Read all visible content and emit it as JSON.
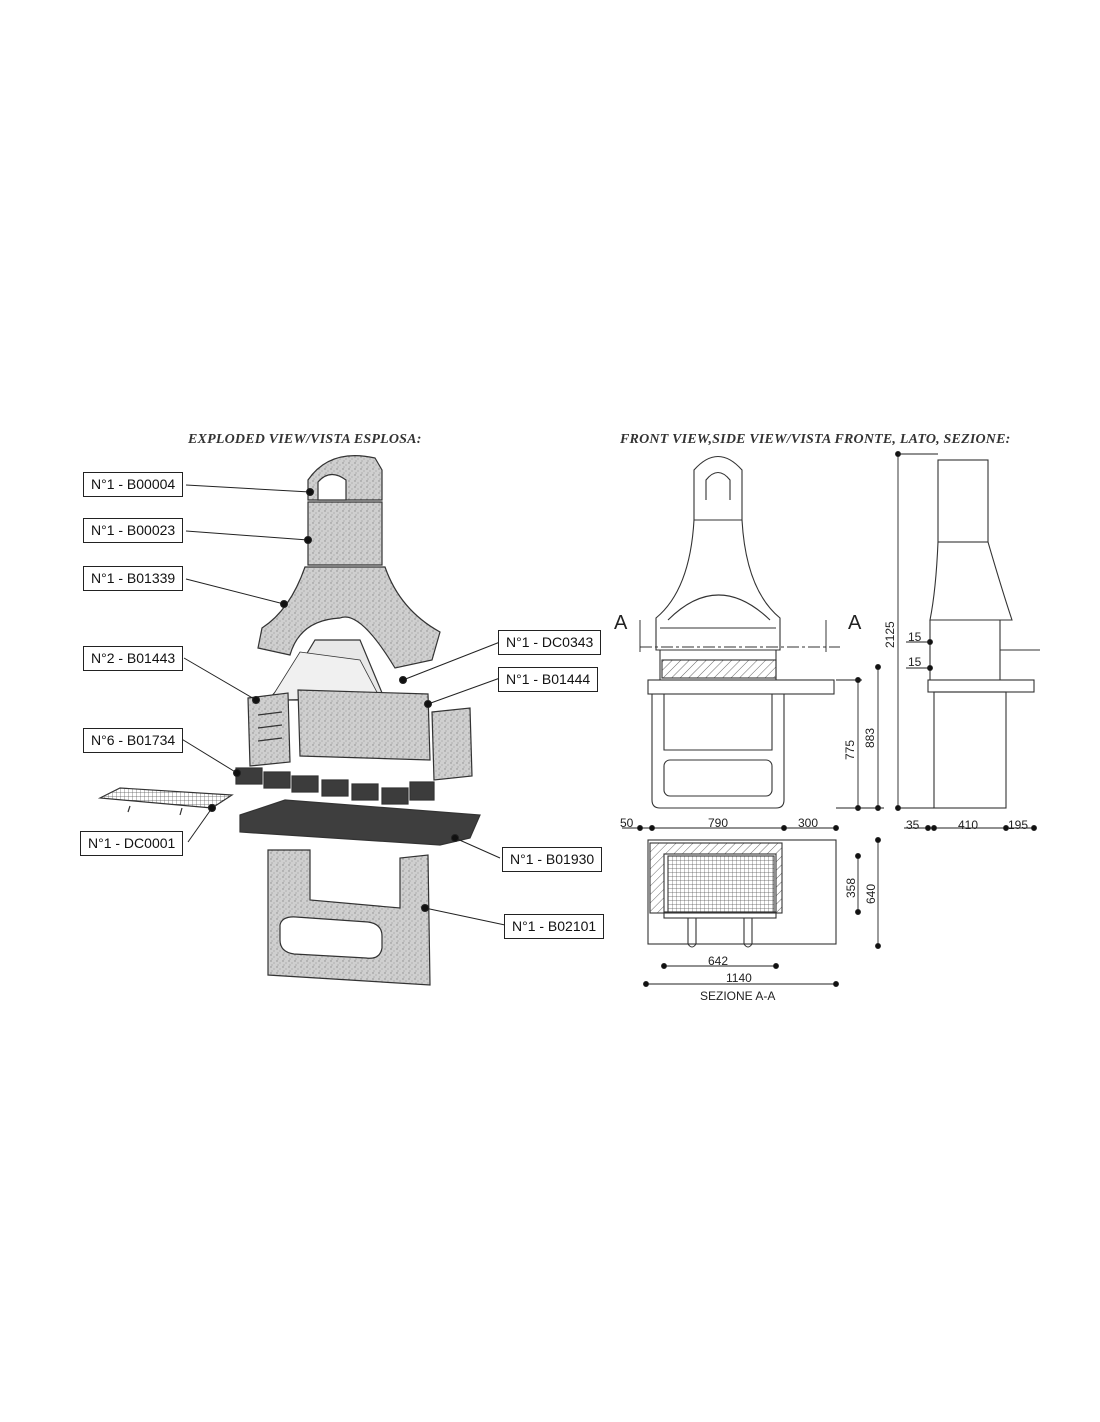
{
  "headings": {
    "exploded": "EXPLODED VIEW/VISTA ESPLOSA:",
    "views": "FRONT VIEW,SIDE VIEW/VISTA FRONTE, LATO, SEZIONE:"
  },
  "parts": [
    {
      "label": "N°1 - B00004"
    },
    {
      "label": "N°1 - B00023"
    },
    {
      "label": "N°1 - B01339"
    },
    {
      "label": "N°2 - B01443"
    },
    {
      "label": "N°6 - B01734"
    },
    {
      "label": "N°1 - DC0001"
    },
    {
      "label": "N°1 - DC0343"
    },
    {
      "label": "N°1 - B01444"
    },
    {
      "label": "N°1 - B01930"
    },
    {
      "label": "N°1 - B02101"
    }
  ],
  "dimensions": {
    "front": {
      "d50": "50",
      "d790": "790",
      "d300": "300",
      "d775": "775",
      "d883": "883"
    },
    "side": {
      "d2125": "2125",
      "d15a": "15",
      "d15b": "15",
      "d35": "35",
      "d410": "410",
      "d195": "195"
    },
    "section": {
      "d358": "358",
      "d640": "640",
      "d642": "642",
      "d1140": "1140",
      "title": "SEZIONE  A-A"
    },
    "marks": {
      "left": "A",
      "right": "A"
    }
  },
  "colors": {
    "stone": "#c9c9c9",
    "dark_slab": "#3a3a3a",
    "line": "#222222"
  }
}
